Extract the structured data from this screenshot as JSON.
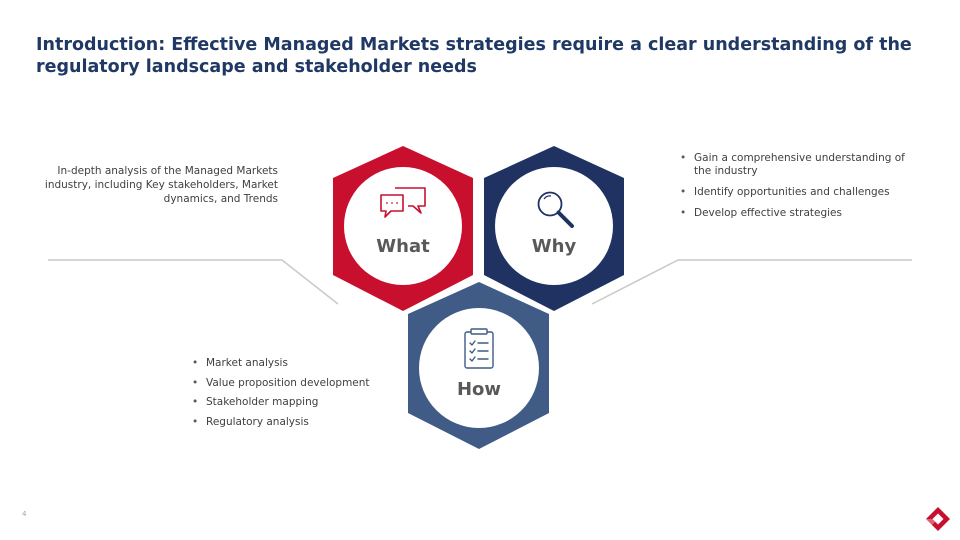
{
  "title": "Introduction: Effective Managed Markets strategies require a clear understanding of the regulatory landscape and stakeholder needs",
  "what": {
    "label": "What",
    "description": "In-depth analysis of the Managed Markets industry, including Key stakeholders, Market dynamics, and Trends",
    "icon": "chat-bubbles-icon",
    "color": "#c8102e"
  },
  "why": {
    "label": "Why",
    "bullets": [
      "Gain a comprehensive understanding of the industry",
      "Identify opportunities and challenges",
      "Develop effective strategies"
    ],
    "icon": "magnifier-icon",
    "color": "#1f3262"
  },
  "how": {
    "label": "How",
    "bullets": [
      "Market analysis",
      "Value proposition development",
      "Stakeholder mapping",
      "Regulatory analysis"
    ],
    "icon": "checklist-icon",
    "color": "#3f5b86"
  },
  "page_number": "4",
  "colors": {
    "title": "#1f3864",
    "label": "#595959",
    "connector": "#c9c9c9",
    "logo": "#c8102e"
  }
}
